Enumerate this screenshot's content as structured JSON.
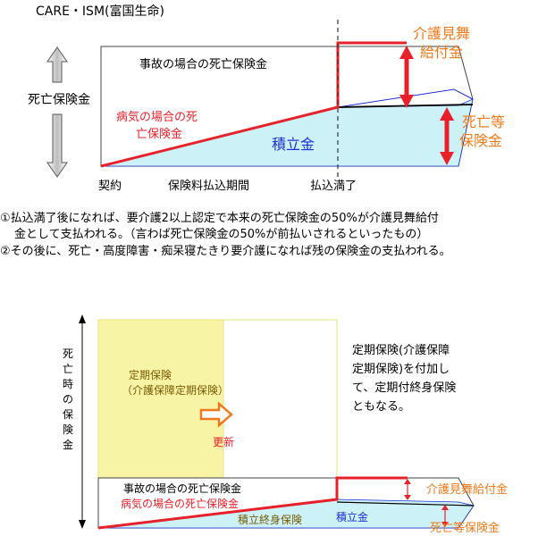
{
  "title": "CARE・ISM(富国生命)",
  "top": {
    "accident_death": "事故の場合の死亡保険金",
    "illness_death_line1": "病気の場合の死",
    "illness_death_line2": "亡保険金",
    "care_benefit_line1": "介護見舞",
    "care_benefit_line2": "給付金",
    "death_etc_line1": "死亡等",
    "death_etc_line2": "保険金",
    "death_benefit_axis": "死亡保険金",
    "reserve": "積立金",
    "contract": "契約",
    "premium_period": "保険料払込期間",
    "paid_up": "払込満了"
  },
  "notes": {
    "n1_line1": "①払込満了後になれば、要介護2以上認定で本来の死亡保険金の50%が介護見舞給付",
    "n1_line2": "金として支払われる。（言わば死亡保険金の50%が前払いされるといったもの）",
    "n2": "②その後に、死亡・高度障害・痴呆寝たきり要介護になれば残の保険金の支払われる。"
  },
  "bottom": {
    "axis_label": [
      "死",
      "亡",
      "時",
      "の",
      "保",
      "険",
      "金"
    ],
    "term_insurance": "定期保険",
    "term_insurance_sub": "（介護保障定期保険）",
    "renewal": "更新",
    "side_text": [
      "定期保険(介護保障",
      "定期保険)を付加し",
      "て、定期付終身保険",
      "ともなる。"
    ],
    "accident_death": "事故の場合の死亡保険金",
    "illness_death": "病気の場合の死亡保険金",
    "reserve_whole_life": "積立終身保険",
    "reserve": "積立金",
    "care_benefit": "介護見舞給付金",
    "death_etc": "死亡等保険金"
  },
  "colors": {
    "red": "#e8202a",
    "orange": "#f07a1a",
    "blue": "#1a2fd6",
    "cyan": "#ccf2f7",
    "yellow": "#f7f4a6",
    "olive": "#7a5b00"
  }
}
